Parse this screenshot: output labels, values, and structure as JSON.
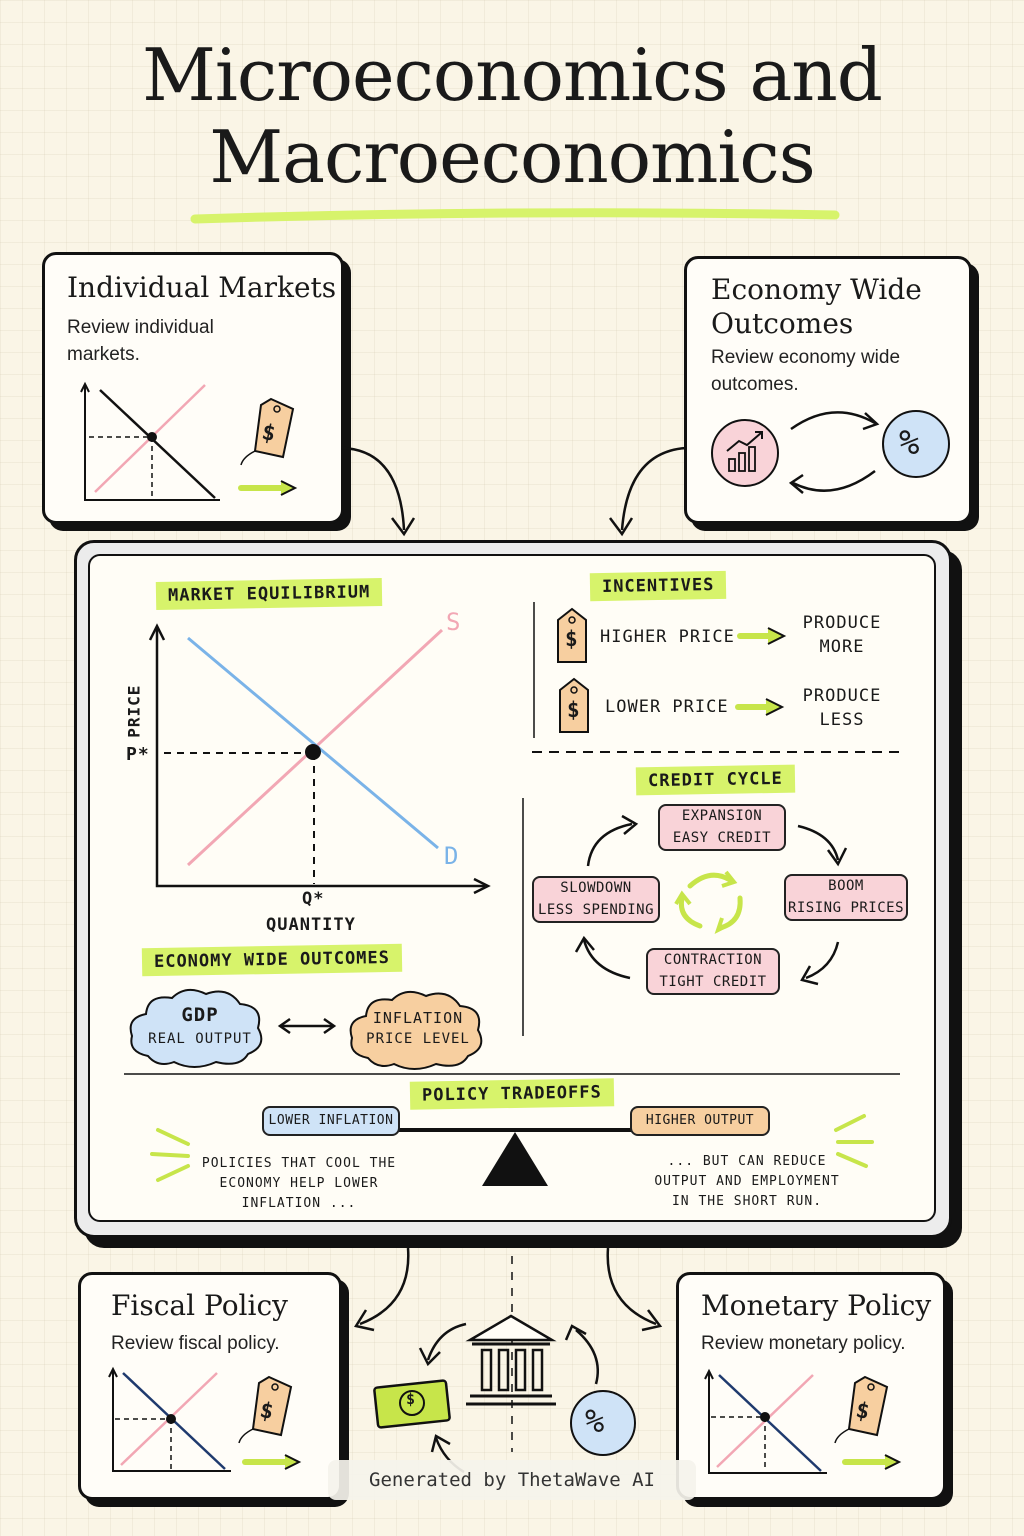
{
  "title_line1": "Microeconomics and",
  "title_line2": "Macroeconomics",
  "cards": {
    "individual": {
      "title": "Individual Markets",
      "desc": "Review individual markets."
    },
    "economy": {
      "title": "Economy Wide Outcomes",
      "desc": "Review economy wide outcomes."
    },
    "fiscal": {
      "title": "Fiscal Policy",
      "desc": "Review fiscal policy."
    },
    "monetary": {
      "title": "Monetary Policy",
      "desc": "Review monetary policy."
    }
  },
  "equilibrium": {
    "tag": "MARKET EQUILIBRIUM",
    "supply": "S",
    "demand": "D",
    "ylabel": "PRICE",
    "xlabel": "QUANTITY",
    "p_star": "P*",
    "q_star": "Q*"
  },
  "incentives": {
    "tag": "INCENTIVES",
    "rows": [
      {
        "cause": "HIGHER PRICE",
        "effect": "PRODUCE MORE"
      },
      {
        "cause": "LOWER PRICE",
        "effect": "PRODUCE LESS"
      }
    ]
  },
  "credit_cycle": {
    "tag": "CREDIT CYCLE",
    "expansion": {
      "l1": "EXPANSION",
      "l2": "EASY CREDIT"
    },
    "boom": {
      "l1": "BOOM",
      "l2": "RISING PRICES"
    },
    "contraction": {
      "l1": "CONTRACTION",
      "l2": "TIGHT CREDIT"
    },
    "slowdown": {
      "l1": "SLOWDOWN",
      "l2": "LESS SPENDING"
    }
  },
  "economy_outcomes": {
    "tag": "ECONOMY WIDE OUTCOMES",
    "gdp": {
      "l1": "GDP",
      "l2": "REAL OUTPUT"
    },
    "inflation": {
      "l1": "INFLATION",
      "l2": "PRICE LEVEL"
    }
  },
  "policy": {
    "tag": "POLICY TRADEOFFS",
    "left_label": "LOWER INFLATION",
    "right_label": "HIGHER OUTPUT",
    "left_l1": "POLICIES THAT COOL THE",
    "left_l2": "ECONOMY HELP LOWER",
    "left_l3": "INFLATION ...",
    "right_l1": "... BUT CAN REDUCE",
    "right_l2": "OUTPUT AND EMPLOYMENT",
    "right_l3": "IN THE SHORT RUN."
  },
  "symbols": {
    "dollar": "$",
    "percent": "%"
  },
  "footer": "Generated by ThetaWave AI",
  "colors": {
    "accent": "#d7f36b",
    "supply": "#f2a7b4",
    "demand": "#7ab3e8",
    "pink_fill": "#f9d3d8",
    "blue_fill": "#cfe3f7",
    "orange_fill": "#f7cfa0"
  }
}
